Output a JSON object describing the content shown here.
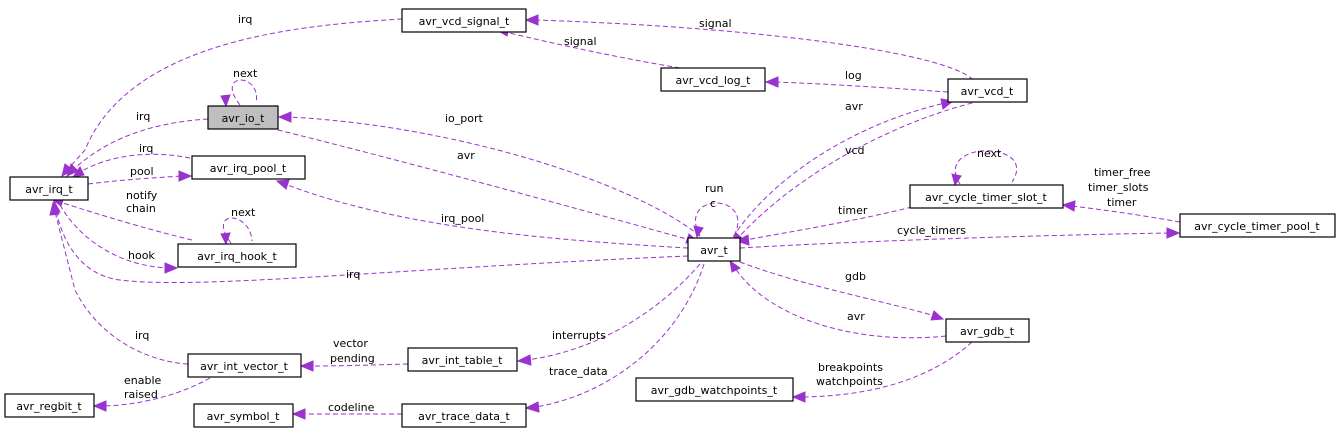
{
  "nodes": {
    "avr_vcd_signal_t": "avr_vcd_signal_t",
    "avr_vcd_log_t": "avr_vcd_log_t",
    "avr_vcd_t": "avr_vcd_t",
    "avr_io_t": "avr_io_t",
    "avr_irq_t": "avr_irq_t",
    "avr_irq_pool_t": "avr_irq_pool_t",
    "avr_irq_hook_t": "avr_irq_hook_t",
    "avr_t": "avr_t",
    "avr_cycle_timer_slot_t": "avr_cycle_timer_slot_t",
    "avr_cycle_timer_pool_t": "avr_cycle_timer_pool_t",
    "avr_gdb_t": "avr_gdb_t",
    "avr_gdb_watchpoints_t": "avr_gdb_watchpoints_t",
    "avr_int_table_t": "avr_int_table_t",
    "avr_int_vector_t": "avr_int_vector_t",
    "avr_regbit_t": "avr_regbit_t",
    "avr_symbol_t": "avr_symbol_t",
    "avr_trace_data_t": "avr_trace_data_t"
  },
  "edge_labels": {
    "irq_signal": "irq",
    "signal_vcd": "signal",
    "signal_log": "signal",
    "log": "log",
    "next_io": "next",
    "irq_io": "irq",
    "io_port": "io_port",
    "avr_io": "avr",
    "avr_vcd": "avr",
    "vcd": "vcd",
    "irq_pool": "irq",
    "pool": "pool",
    "notify": "notify",
    "chain": "chain",
    "next_hook": "next",
    "hook": "hook",
    "irq_pool_link": "irq_pool",
    "run": "run",
    "c": "c",
    "next_slot": "next",
    "timer_free": "timer_free",
    "timer_slots": "timer_slots",
    "timer_pool": "timer",
    "timer": "timer",
    "cycle_timers": "cycle_timers",
    "irq_avr": "irq",
    "gdb": "gdb",
    "avr_gdb": "avr",
    "interrupts": "interrupts",
    "vector": "vector",
    "pending": "pending",
    "irq_vector": "irq",
    "enable": "enable",
    "raised": "raised",
    "breakpoints": "breakpoints",
    "watchpoints": "watchpoints",
    "trace_data": "trace_data",
    "codeline": "codeline"
  },
  "colors": {
    "edge": "#9a32cd",
    "focus_fill": "#bfbfbf",
    "node_stroke": "#000000"
  }
}
